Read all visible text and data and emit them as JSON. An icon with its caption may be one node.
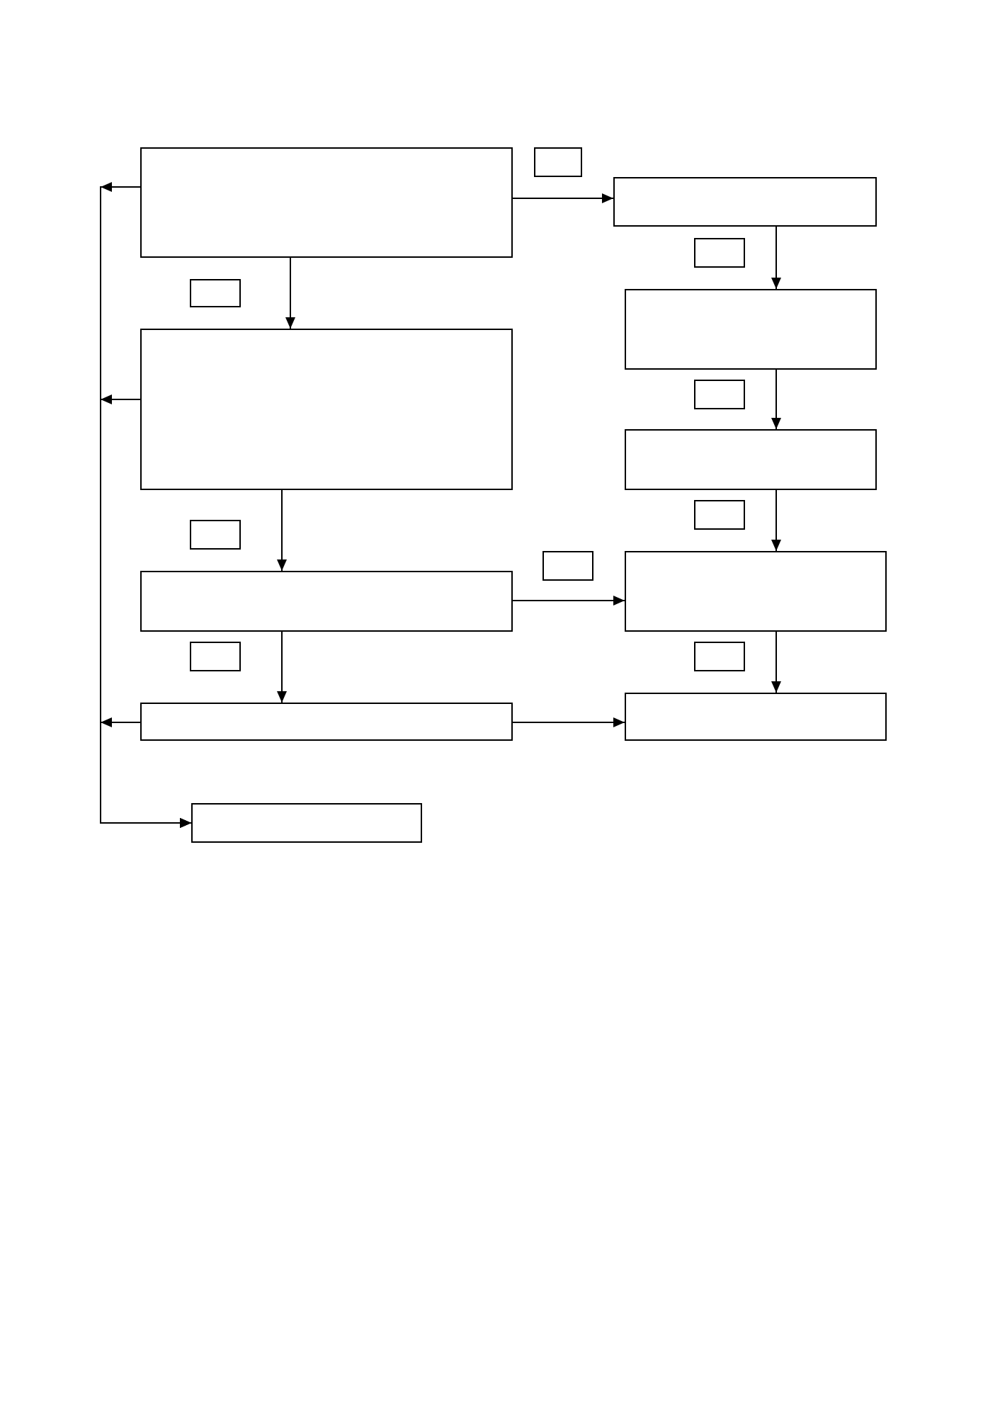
{
  "diagram": {
    "nodes": [
      {
        "text": [],
        "shape": "box"
      },
      {
        "text": [],
        "shape": "box"
      },
      {
        "text": [],
        "shape": "box"
      },
      {
        "text": [],
        "shape": "box"
      },
      {
        "text": [],
        "shape": "box"
      },
      {
        "text": [],
        "shape": "box"
      },
      {
        "text": [],
        "shape": "box"
      },
      {
        "text": [],
        "shape": "box"
      },
      {
        "text": [],
        "shape": "box"
      },
      {
        "text": [],
        "shape": "box"
      },
      {
        "text": [],
        "shape": "box"
      },
      {
        "text": [],
        "shape": "box"
      },
      {
        "text": [],
        "shape": "box"
      },
      {
        "text": [],
        "shape": "box"
      },
      {
        "text": [],
        "shape": "box"
      },
      {
        "text": [],
        "shape": "box"
      },
      {
        "text": [],
        "shape": "box"
      },
      {
        "text": [],
        "shape": "box"
      },
      {
        "text": [],
        "shape": "box"
      }
    ],
    "edges": [
      {
        "from": 0,
        "to": 2,
        "arrow": "to"
      },
      {
        "from": 0,
        "to": 6,
        "arrow": "to"
      },
      {
        "from": 2,
        "to": 5,
        "arrow": "to"
      },
      {
        "from": 5,
        "to": 8,
        "arrow": "to"
      },
      {
        "from": 8,
        "to": 12,
        "arrow": "to"
      },
      {
        "from": 6,
        "to": 13,
        "arrow": "to"
      },
      {
        "from": 13,
        "to": 12,
        "arrow": "to"
      },
      {
        "from": 13,
        "to": 16,
        "arrow": "to"
      },
      {
        "from": 16,
        "to": 17,
        "arrow": "to"
      },
      {
        "from": 12,
        "to": 17,
        "arrow": "to"
      },
      {
        "from": 0,
        "to": 18,
        "arrow": "to"
      },
      {
        "from": 6,
        "to": 18,
        "arrow": "to"
      },
      {
        "from": 16,
        "to": 18,
        "arrow": "to"
      }
    ]
  }
}
